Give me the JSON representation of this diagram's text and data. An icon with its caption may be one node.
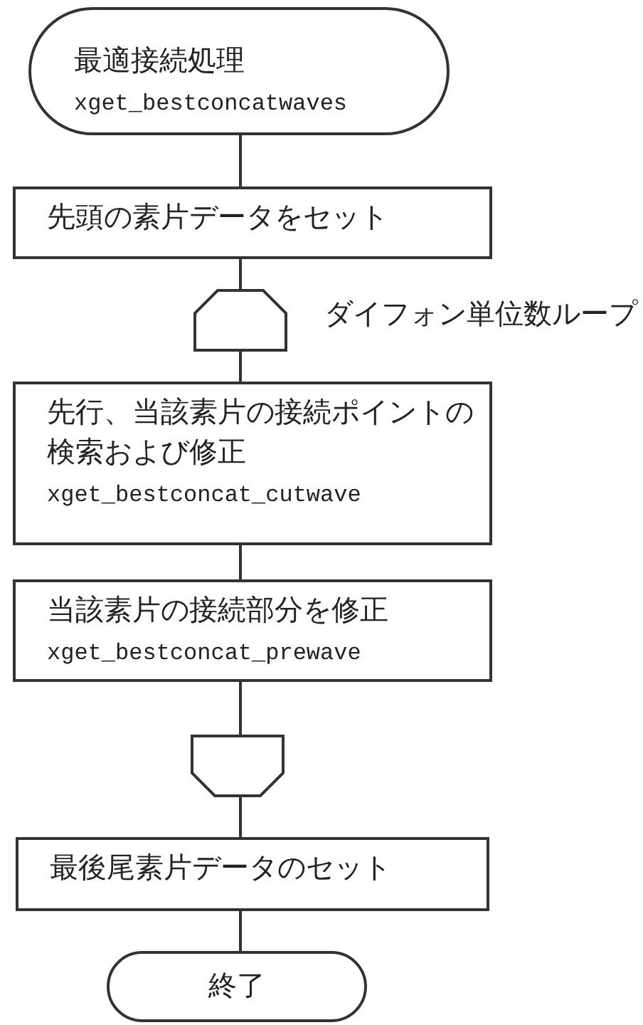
{
  "diagram": {
    "nodes": [
      {
        "text": [
          "最適接続処理",
          "xget_bestconcatwaves"
        ]
      },
      {
        "text": [
          "先頭の素片データをセット"
        ]
      },
      {
        "text": [],
        "shape": "hexagon",
        "beside": [
          "ダイフォン単位数ループ"
        ]
      },
      {
        "text": [
          "先行、当該素片の接続ポイントの検索および修正",
          "xget_bestconcat_cutwave"
        ]
      },
      {
        "text": [
          "当該素片の接続部分を修正",
          "xget_bestconcat_prewave"
        ]
      },
      {
        "text": [],
        "shape": "hexagon"
      },
      {
        "text": [
          "最後尾素片データのセット"
        ]
      },
      {
        "text": [
          "終了"
        ]
      }
    ],
    "edges": [
      {
        "from": 0,
        "to": 1,
        "arrow": "none"
      },
      {
        "from": 1,
        "to": 2,
        "arrow": "none"
      },
      {
        "from": 2,
        "to": 3,
        "arrow": "none"
      },
      {
        "from": 3,
        "to": 4,
        "arrow": "none"
      },
      {
        "from": 4,
        "to": 5,
        "arrow": "none"
      },
      {
        "from": 5,
        "to": 6,
        "arrow": "none"
      },
      {
        "from": 6,
        "to": 7,
        "arrow": "none"
      }
    ]
  }
}
